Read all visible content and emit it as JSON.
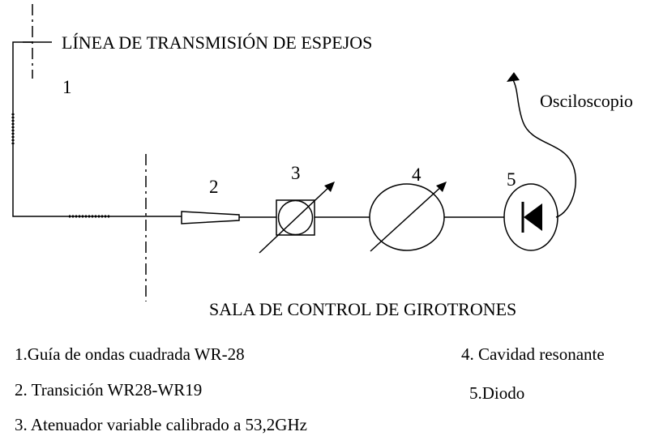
{
  "title_top": "LÍNEA DE TRANSMISIÓN DE ESPEJOS",
  "title_bottom": "SALA DE CONTROL DE GIROTRONES",
  "oscilloscope_label": "Osciloscopio",
  "component_numbers": {
    "guide": "1",
    "transition": "2",
    "attenuator": "3",
    "cavity": "4",
    "diode": "5"
  },
  "legend": {
    "item1": "1.Guía de ondas cuadrada WR-28",
    "item2": "2.  Transición WR28-WR19",
    "item3": "3. Atenuador variable calibrado a 53,2GHz",
    "item4": "4. Cavidad resonante",
    "item5": "5.Diodo"
  }
}
